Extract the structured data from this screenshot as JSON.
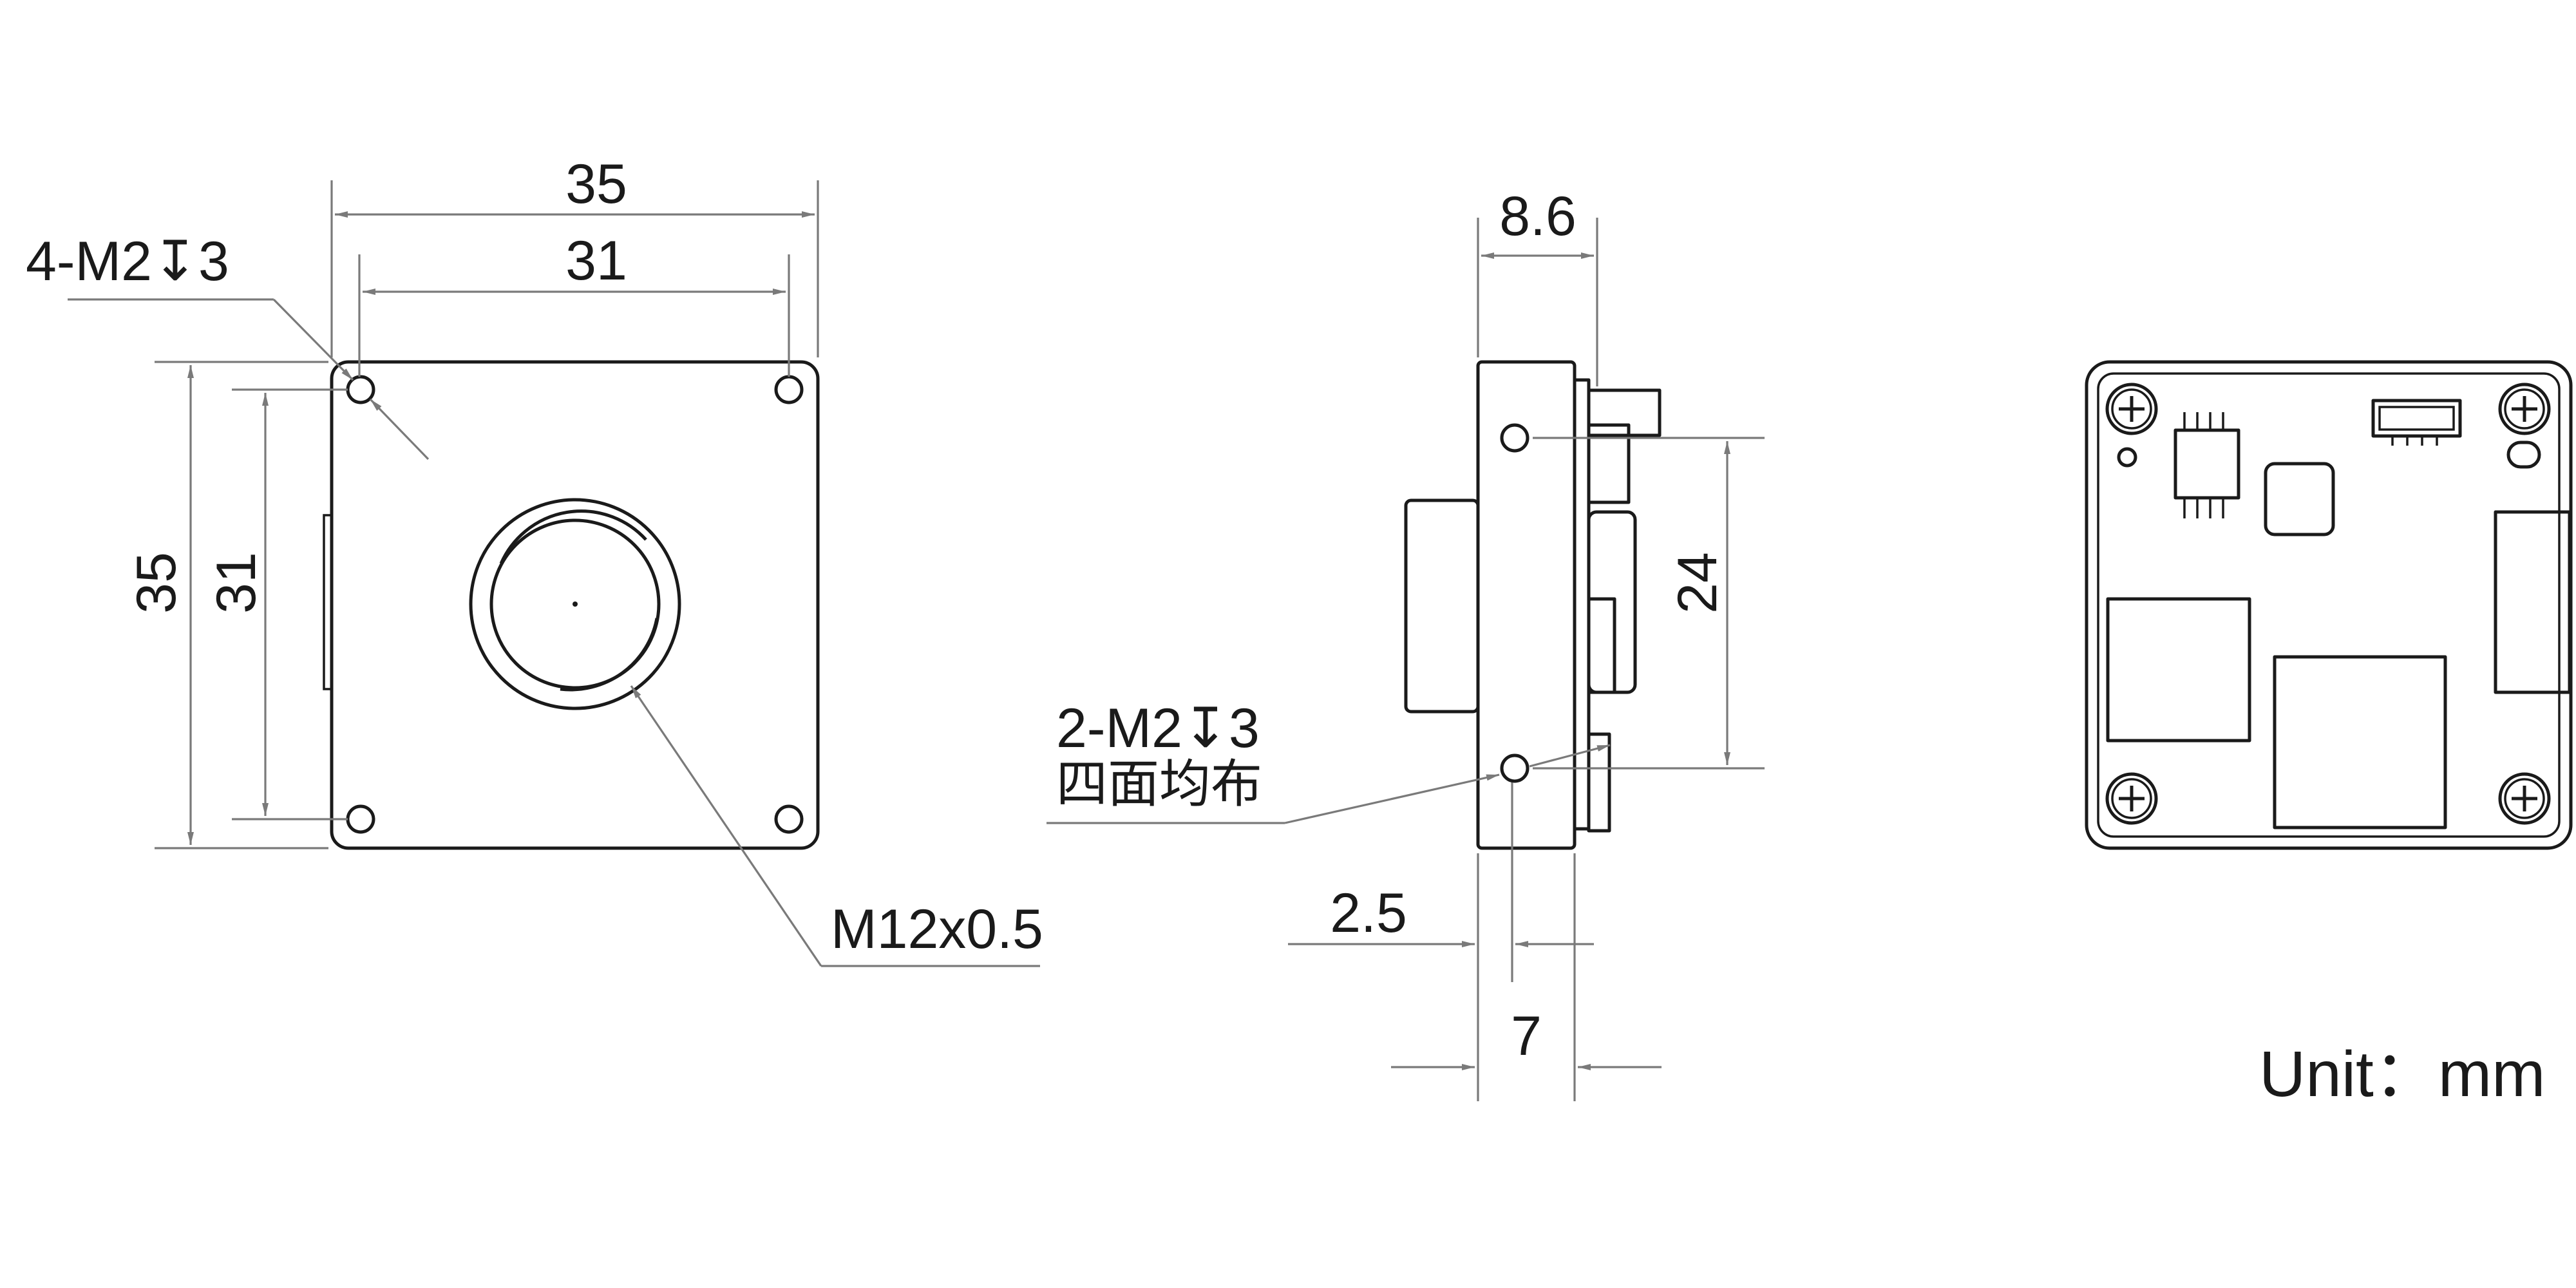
{
  "front_view": {
    "width_outer": "35",
    "width_holes": "31",
    "height_outer": "35",
    "height_holes": "31",
    "hole_callout": "4-M2↧3",
    "lens_callout": "M12x0.5"
  },
  "side_view": {
    "depth_total": "8.6",
    "hole_spacing": "24",
    "hole_callout_line1": "2-M2↧3",
    "hole_callout_line2": "四面均布",
    "hole_offset": "2.5",
    "body_depth": "7"
  },
  "unit_label": "Unit：mm"
}
